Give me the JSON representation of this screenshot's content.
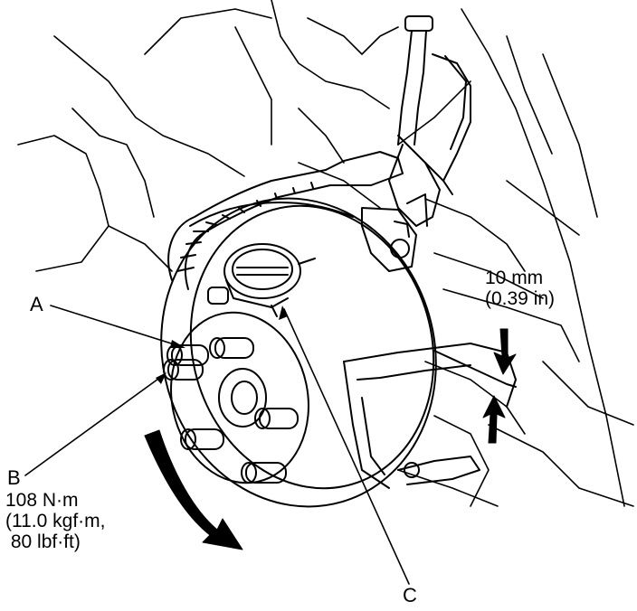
{
  "labels": {
    "a": "A",
    "b": "B",
    "c": "C"
  },
  "torque": {
    "line1": "108 N·m",
    "line2": "(11.0 kgf·m,",
    "line3": " 80 lbf·ft)"
  },
  "offset": {
    "metric": "10 mm",
    "imperial": "(0.39 in)"
  },
  "colors": {
    "ink": "#000000",
    "paper": "#ffffff"
  }
}
